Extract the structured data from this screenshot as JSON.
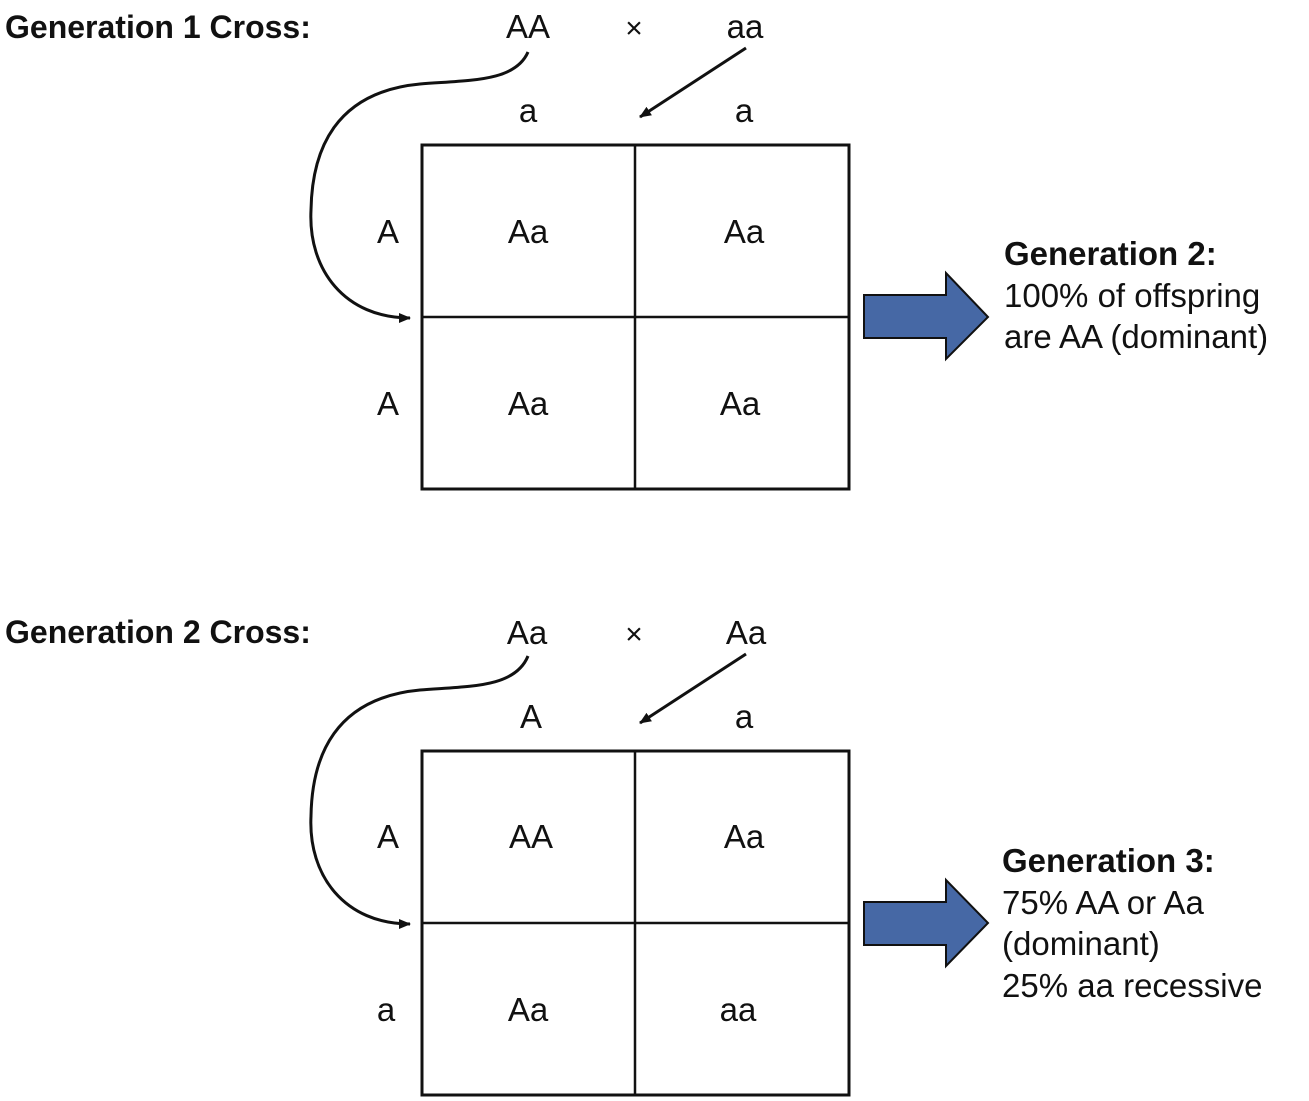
{
  "crosses": [
    {
      "label": "Generation 1 Cross:",
      "parent_left": "AA",
      "times": "×",
      "parent_right": "aa",
      "col_alleles": [
        "a",
        "a"
      ],
      "row_alleles": [
        "A",
        "A"
      ],
      "cells": [
        [
          "Aa",
          "Aa"
        ],
        [
          "Aa",
          "Aa"
        ]
      ],
      "result": {
        "title": "Generation 2:",
        "lines": [
          "100% of offspring",
          "are AA (dominant)"
        ]
      }
    },
    {
      "label": "Generation 2 Cross:",
      "parent_left": "Aa",
      "times": "×",
      "parent_right": "Aa",
      "col_alleles": [
        "A",
        "a"
      ],
      "row_alleles": [
        "A",
        "a"
      ],
      "cells": [
        [
          "AA",
          "Aa"
        ],
        [
          "Aa",
          "aa"
        ]
      ],
      "result": {
        "title": "Generation 3:",
        "lines": [
          "75% AA or Aa",
          "(dominant)",
          "25% aa recessive"
        ]
      }
    }
  ],
  "colors": {
    "arrow_fill": "#4668A5",
    "line": "#111111"
  }
}
